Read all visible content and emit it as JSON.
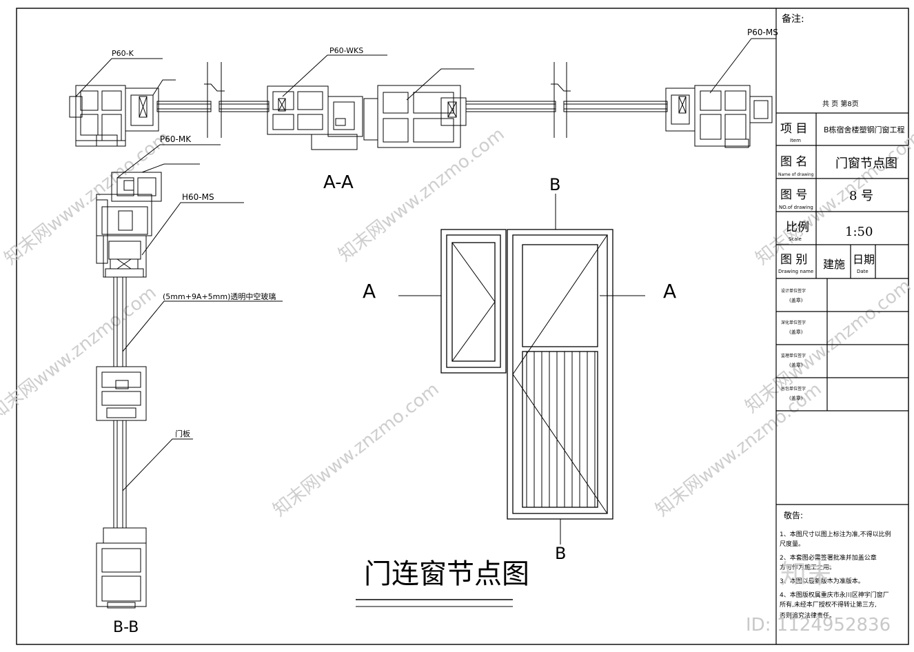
{
  "drawing_title": "门连窗节点图",
  "section_labels": {
    "aa": "A-A",
    "bb": "B-B",
    "b_top": "B",
    "b_bottom": "B",
    "a_left": "A",
    "a_right": "A"
  },
  "profile_callouts": {
    "p60_k": "P60-K",
    "p60_wks": "P60-WKS",
    "p60_ms": "P60-MS",
    "p60_mk": "P60-MK",
    "h60_ms": "H60-MS",
    "glass": "(5mm+9A+5mm)透明中空玻璃",
    "door_panel": "门板"
  },
  "title_block": {
    "remarks_label": "备注:",
    "page_info": "共  页   第8页",
    "project_label": "项  目",
    "project_label_en": "Item",
    "project_value": "B栋宿舍楼塑钢门窗工程",
    "drawing_name_label": "图  名",
    "drawing_name_label_en": "Name of drawing",
    "drawing_name_value": "门窗节点图",
    "drawing_no_label": "图  号",
    "drawing_no_label_en": "NO.of drawing",
    "drawing_no_value": "8 号",
    "scale_label": "比例",
    "scale_label_en": "Scale",
    "scale_value": "1:50",
    "category_label": "图  别",
    "category_label_en": "Drawing name",
    "category_value": "建施",
    "date_label": "日期",
    "date_label_en": "Date",
    "sign_rows": [
      {
        "line1": "设计单位签字",
        "line2": "(盖章)"
      },
      {
        "line1": "深化单位签字",
        "line2": "(盖章)"
      },
      {
        "line1": "监理单位签字",
        "line2": "(盖章)"
      },
      {
        "line1": "总包单位签字",
        "line2": "(盖章)"
      }
    ],
    "notice_title": "敬告:",
    "notice_lines": [
      "1、本图尺寸以图上标注为准,不得以比例",
      "    尺度量。",
      "2、本套图必需签署批准并加盖公章",
      "    方可作为施工之用。",
      "3、本图以最新版本为准版本。",
      "4、本图版权属重庆市永川区神宇门窗厂",
      "    所有,未经本厂授权不得转让第三方,",
      "    否则追究法律责任。"
    ]
  },
  "watermark": {
    "text": "知末网www.znzmo.com",
    "id_label": "ID: 1124952836",
    "logo": "知末"
  }
}
